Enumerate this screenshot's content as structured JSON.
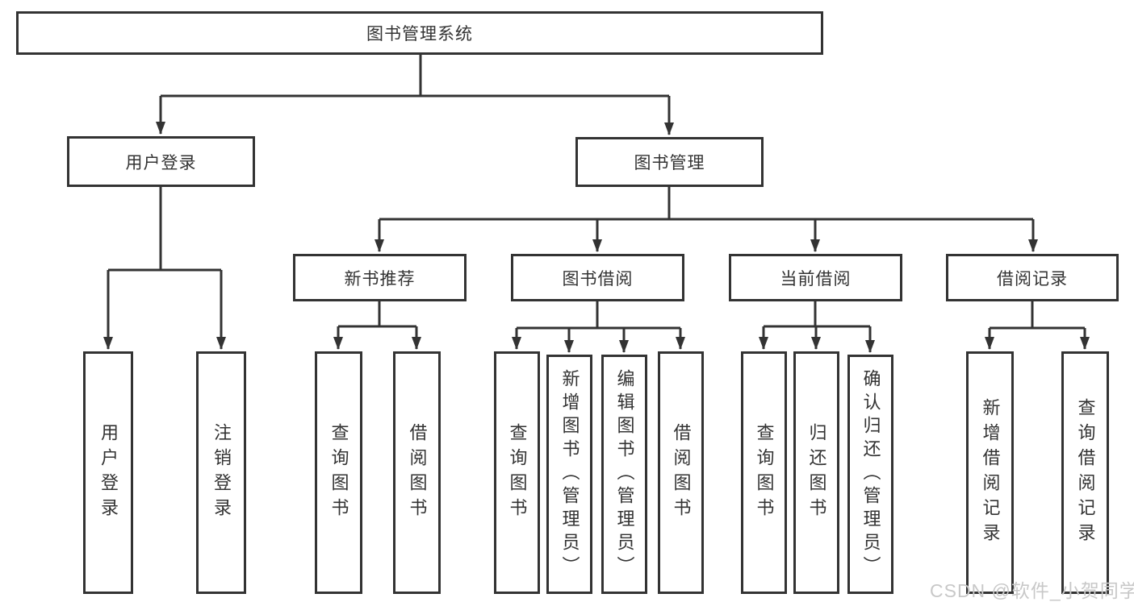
{
  "tree": {
    "root": {
      "label": "图书管理系统",
      "children": [
        {
          "label": "用户登录",
          "children": [
            {
              "label": "用户登录"
            },
            {
              "label": "注销登录"
            }
          ]
        },
        {
          "label": "图书管理",
          "children": [
            {
              "label": "新书推荐",
              "children": [
                {
                  "label": "查询图书"
                },
                {
                  "label": "借阅图书"
                }
              ]
            },
            {
              "label": "图书借阅",
              "children": [
                {
                  "label": "查询图书"
                },
                {
                  "label": "新增图书（管理员）"
                },
                {
                  "label": "编辑图书（管理员）"
                },
                {
                  "label": "借阅图书"
                }
              ]
            },
            {
              "label": "当前借阅",
              "children": [
                {
                  "label": "查询图书"
                },
                {
                  "label": "归还图书"
                },
                {
                  "label": "确认归还（管理员）"
                }
              ]
            },
            {
              "label": "借阅记录",
              "children": [
                {
                  "label": "新增借阅记录"
                },
                {
                  "label": "查询借阅记录"
                }
              ]
            }
          ]
        }
      ]
    }
  },
  "watermark": {
    "text": "CSDN @软件_小贺同学"
  },
  "colors": {
    "line": "#333333",
    "box_border": "#333333",
    "text": "#333333",
    "background": "#ffffff",
    "watermark": "#c8c8c8"
  }
}
